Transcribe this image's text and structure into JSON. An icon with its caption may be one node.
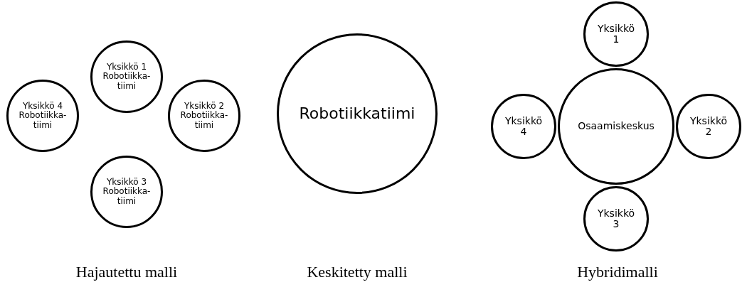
{
  "diagram": {
    "nodes": [
      {
        "text": [
          "Yksikkö 1 Robotiikka- tiimi"
        ]
      },
      {
        "text": [
          "Yksikkö 4 Robotiikka- tiimi"
        ]
      },
      {
        "text": [
          "Yksikkö 2 Robotiikka- tiimi"
        ]
      },
      {
        "text": [
          "Yksikkö 3 Robotiikka- tiimi"
        ]
      },
      {
        "text": [
          "Robotiikkatiimi"
        ]
      },
      {
        "text": [
          "Yksikkö 1"
        ]
      },
      {
        "text": [
          "Yksikkö 4"
        ]
      },
      {
        "text": [
          "Osaamiskeskus"
        ]
      },
      {
        "text": [
          "Yksikkö 2"
        ]
      },
      {
        "text": [
          "Yksikkö 3"
        ]
      }
    ],
    "edges": [],
    "labels": [
      "Hajautettu malli",
      "Keskitetty malli",
      "Hybridimalli"
    ]
  }
}
